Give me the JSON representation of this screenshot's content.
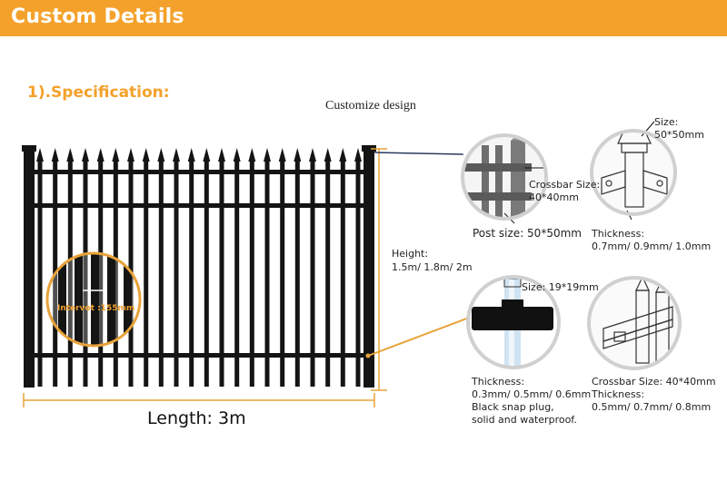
{
  "header": {
    "title": "Custom Details"
  },
  "section": {
    "heading": "1).Specification:"
  },
  "diagram": {
    "caption": "Customize design",
    "interval_label": "Intervot :155mm",
    "height_label": "Height:",
    "height_values": "1.5m/ 1.8m/ 2m",
    "length_label": "Length: 3m"
  },
  "details": {
    "crossbar_top": {
      "line1": "Crossbar Size:",
      "line2": "40*40mm"
    },
    "post_size": "Post size: 50*50mm",
    "cap_size": "Size: 50*50mm",
    "bracket_thickness": {
      "line1": "Thickness:",
      "line2": "0.7mm/ 0.9mm/ 1.0mm"
    },
    "plug_size": "Size: 19*19mm",
    "plug_thickness": {
      "line1": "Thickness:",
      "line2": "0.3mm/ 0.5mm/ 0.6mm",
      "line3": "Black snap plug,",
      "line4": "solid and waterproof."
    },
    "crossbar_bottom": {
      "line1": "Crossbar Size: 40*40mm",
      "line2": "Thickness:",
      "line3": "0.5mm/ 0.7mm/ 0.8mm"
    }
  },
  "colors": {
    "accent": "#f4a12b",
    "fence": "#141414",
    "dimension": "#e8a33a"
  }
}
